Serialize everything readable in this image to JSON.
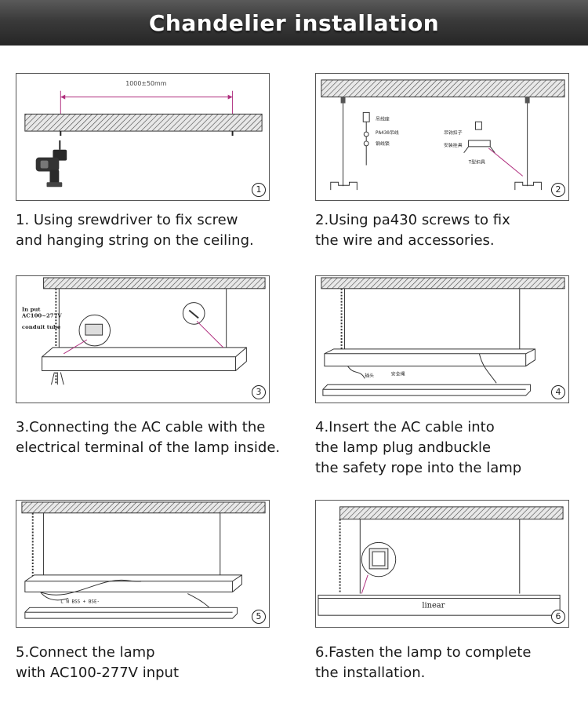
{
  "title": "Chandelier installation",
  "steps": [
    {
      "num": "1",
      "lines": [
        "1. Using srewdriver to fix screw",
        "and hanging string on the ceiling."
      ],
      "dimension": "1000±50mm"
    },
    {
      "num": "2",
      "lines": [
        "2.Using pa430 screws to fix",
        "the wire and accessories."
      ]
    },
    {
      "num": "3",
      "lines": [
        "3.Connecting the AC cable with the",
        "electrical terminal of the lamp inside."
      ],
      "labels": [
        "In put",
        "AC100~277V",
        "conduit tube"
      ]
    },
    {
      "num": "4",
      "lines": [
        "4.Insert the AC cable into",
        "the lamp plug andbuckle",
        "the safety rope into the lamp"
      ]
    },
    {
      "num": "5",
      "lines": [
        "5.Connect the lamp",
        "with AC100-277V input"
      ]
    },
    {
      "num": "6",
      "lines": [
        "6.Fasten the lamp to complete",
        "the installation."
      ],
      "lamp_label": "linear"
    }
  ]
}
